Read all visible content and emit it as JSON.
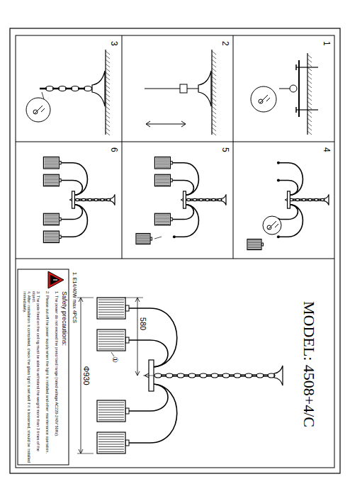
{
  "diagram": {
    "title": "MODEL: 4508+4/C",
    "labels": [
      "1",
      "2",
      "3",
      "4",
      "5",
      "6",
      "580",
      "Φ930",
      "①",
      "1. E14/40W max 4PCS",
      "Safety precautions:",
      "1. The power do not exceed the prescribed range (rated voltage AC220-240V 50Hz).",
      "2. Please cut off the power supply when the light is installed and other maintenance operation.",
      "3. The pole fixed on the ceiling must be able to withstand the weight more than 3 times of the object.",
      "4. After installation is completed, check the glass light is set well if it is loosened, should be installed immediately."
    ]
  }
}
